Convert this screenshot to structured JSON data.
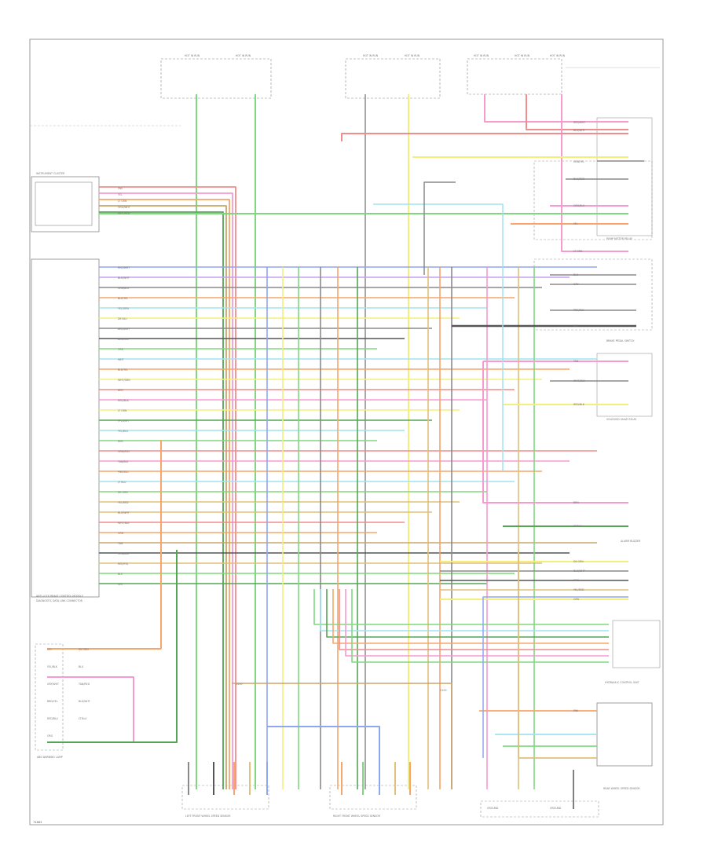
{
  "figure_id": "74883",
  "fuse_labels": [
    "HOT IN RUN",
    "HOT IN RUN",
    "HOT IN RUN",
    "HOT IN RUN",
    "HOT IN RUN",
    "HOT IN RUN",
    "HOT IN RUN"
  ],
  "components": {
    "module_top": "INSTRUMENT CLUSTER",
    "main_module": "ANTI-LOCK BRAKE CONTROL MODULE",
    "main_module_sub": "DIAGNOSTIC DATA LINK CONNECTOR",
    "hydraulic_unit": "HYDRAULIC CONTROL UNIT",
    "pump_relay": "PUMP MOTOR RELAY",
    "brake_switch": "BRAKE PEDAL SWITCH",
    "valve_relay": "SOLENOID VALVE RELAY",
    "left_front_sensor": "LEFT FRONT WHEEL SPEED SENSOR",
    "right_front_sensor": "RIGHT FRONT WHEEL SPEED SENSOR",
    "rear_sensor": "REAR WHEEL SPEED SENSOR",
    "ground_left": "GROUND",
    "ground_right": "GROUND",
    "g100": "G100",
    "g200": "G200",
    "buzzer": "ALARM BUZZER",
    "abs_lamp": "ABS WARNING LAMP"
  },
  "wire_labels_left": [
    "RED/WHT",
    "BLK/WHT",
    "GRN/BLU",
    "BLU/YEL",
    "YEL/GRN",
    "DK BLU",
    "BRN/WHT",
    "BLK/RED",
    "ORG",
    "WHT",
    "BLK/YEL",
    "WHT/GRN",
    "BRN",
    "RED/BLK",
    "LT GRN",
    "PPL/WHT",
    "YEL/BLU",
    "RED",
    "GRN/RED",
    "TAN/BLK",
    "PNK/BLU",
    "LT BLU",
    "DK GRN",
    "YEL/RED",
    "BLU/WHT",
    "WHT/BLK",
    "GRN",
    "TAN",
    "ORG/BLK",
    "RED/YEL",
    "BLK",
    "GRY",
    "PNK",
    "YEL",
    "LT GRN",
    "ORG/WHT",
    "WHT/RED",
    "VIO",
    "DK GRN",
    "YEL/BLK",
    "BLU",
    "GRY/WHT",
    "TAN/RED",
    "BRN/YEL",
    "BLK/WHT",
    "RED/BLU",
    "LT BLU",
    "ORG"
  ],
  "wire_labels_right": [
    "RED/WHT",
    "BLK/WHT",
    "GRN/YEL",
    "BLU/RED",
    "ORG/BLK",
    "YEL",
    "LT GRN",
    "BLK",
    "GRY",
    "PNK/BLK",
    "VIO",
    "TAN",
    "WHT/BLK",
    "RED/BLK",
    "BRN",
    "LT BLU",
    "DK GRN",
    "BLU/WHT",
    "ORG",
    "YEL/RED",
    "GRN",
    "PNK"
  ],
  "colors": {
    "red": "#f08c8c",
    "pink": "#f79ad0",
    "orange": "#f7a56a",
    "yellow": "#f3ef7a",
    "green": "#7fd87f",
    "dkgreen": "#55a555",
    "blue": "#8fa6f0",
    "ltblue": "#9fe3f0",
    "gray": "#8a8a8a",
    "brown": "#c8a56b",
    "tan": "#e0c07a",
    "violet": "#c3a0f0",
    "black": "#555555"
  }
}
